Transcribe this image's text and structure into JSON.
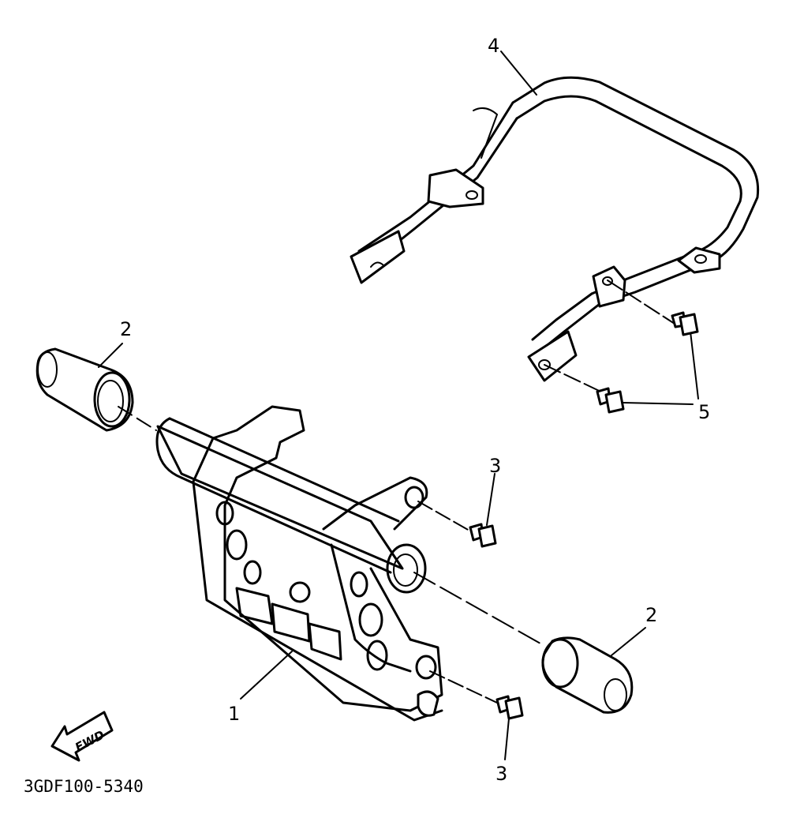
{
  "callouts": {
    "part1": "1",
    "part2_left": "2",
    "part2_right": "2",
    "part3_top": "3",
    "part3_bottom": "3",
    "part4": "4",
    "part5": "5"
  },
  "fwd_label": "FWD",
  "diagram_code": "3GDF100-5340"
}
